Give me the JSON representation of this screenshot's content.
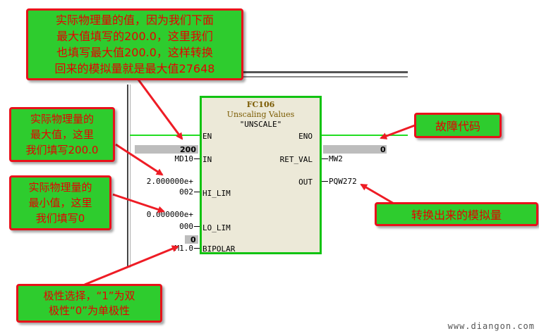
{
  "block": {
    "title": "FC106",
    "subtitle": "Unscaling Values",
    "name": "\"UNSCALE\"",
    "pins": {
      "en": "EN",
      "eno": "ENO",
      "in": "IN",
      "ret_val": "RET_VAL",
      "out": "OUT",
      "hi_lim": "HI_LIM",
      "lo_lim": "LO_LIM",
      "bipolar": "BIPOLAR"
    }
  },
  "operands": {
    "in_value": "200",
    "in_addr": "MD10",
    "hi_lim_value": "2.000000e+",
    "hi_lim_exp": "002",
    "lo_lim_value": "0.000000e+",
    "lo_lim_exp": "000",
    "bipolar_value": "0",
    "bipolar_addr": "M1.0",
    "ret_val_value": "0",
    "ret_val_addr": "MW2",
    "out_addr": "PQW272"
  },
  "callouts": {
    "top": [
      "实际物理量的值，因为我们下面",
      "最大值填写的200.0，这里我们",
      "也填写最大值200.0，这样转换",
      "回来的模拟量就是最大值27648"
    ],
    "max": [
      "实际物理量的",
      "最大值，这里",
      "我们填写200.0"
    ],
    "min": [
      "实际物理量的",
      "最小值，这里",
      "我们填写0"
    ],
    "fault": "故障代码",
    "analog": "转换出来的模拟量",
    "polarity": [
      "极性选择，“1”为双",
      "极性“0”为单极性"
    ]
  },
  "watermark": "www.diangon.com",
  "colors": {
    "callout_fill": "#2ecc2e",
    "callout_text": "#e60000",
    "callout_border": "#e8111a",
    "arrow": "#ee1c25",
    "block_border": "#11c311",
    "power_rail": "#22dd22"
  }
}
